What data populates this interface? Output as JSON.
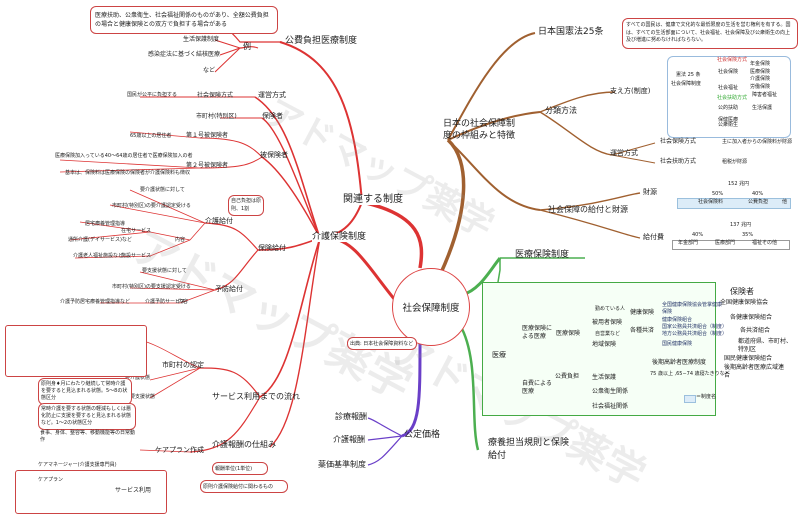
{
  "center": "社会保障制度",
  "watermark": "アドマップ薬学",
  "left": {
    "kouhi": {
      "title": "公費負担医療制度",
      "note": "医療扶助、公衆衛生、社会福祉関係のものがあり、全額公費負担の場合と健康保険との双方で負担する場合がある",
      "rei": "例",
      "items": [
        "生活保護制度",
        "感染症法に基づく結核医療",
        "など"
      ]
    },
    "related": "関連する制度",
    "kaigo": {
      "title": "介護保険制度",
      "unei_hoshiki": "運営方式",
      "unei_left": "国民が公平に負担する",
      "unei_right": "社会保険方式",
      "hokensha": "保険者",
      "hokensha_val": "市町村(特別区)",
      "hihokensha": "被保険者",
      "h1": "第１号被保険者",
      "h1_note": "65歳以上の居住者",
      "h2": "第２号被保険者",
      "h2_note": "医療保険加入っている40～64歳の居住者で医療保険加入の者",
      "h2_note2": "基本は、保険料は医療保険の保険者が介護保険料も徴収",
      "kyufu": "保険給付",
      "ratio_note": "自己負担は原則、1割",
      "kaigo_kyufu": "介護給付",
      "kk1": "要介護状態に対して",
      "kk2": "市町村(特別区)の要介護認定受ける",
      "naiyo": "内容",
      "zaitaku": "在宅サービス",
      "z1": "居宅療養管理指導",
      "z2": "通所介護(デイサービス)など",
      "shisetsu": "施設サービス",
      "s1": "介護老人福祉施設など",
      "yobo": "予防給付",
      "y1": "要支援状態に対して",
      "y2": "市町村(特別区)の要支援認定受ける",
      "y3": "介護予防居宅療養管理指導など",
      "y4": "介護予防サービス",
      "service_flow": "サービス利用までの流れ",
      "nintei": "市町村の認定",
      "yokaigo": "要介護状態",
      "yoshien": "要支援状態",
      "yk_note": "原則身♦月にわたり継続して常時介護を要すると見込まれる状態。5～8の状態区分",
      "ys_note": "常時介護を要する状態の軽減もしくは悪化防止に支援を要すると見込まれる状態など。1～2の状態区分",
      "ys_note2": "食事、身体、整容等、移動機能等の日常動作",
      "houshu": "介護報酬の仕組み",
      "houshu_note": "報酬単位(1単位)",
      "houshu_note2": "原則介護保険給付に関わるもの",
      "care_plan": "ケアプラン作成",
      "cm": "ケアマネージャー(介護支援専門員)",
      "cp1": "ケアプラン",
      "cp2": "サービス利用",
      "small_box": "出典: 日本社会保障資料など"
    },
    "kotei": {
      "title": "公定価格",
      "items": [
        "診療報酬",
        "介護報酬",
        "薬価基準制度"
      ]
    }
  },
  "right": {
    "tokucho": "日本の社会保障制度の枠組みと特徴",
    "kenpo": {
      "title": "日本国憲法25条",
      "text": "すべての国民は、健康で文化的な最低限度の生活を営む権利を有する。国は、すべての生活部面について、社会福祉、社会保障及び公衆衛生の向上及び増進に努めなければならない。"
    },
    "bunrui": "分類方法",
    "sasaekata": "支え方(制度)",
    "unei": {
      "title": "運営方式",
      "a": "社会保険方式",
      "a_note": "主に加入者からの保険料が財源",
      "b": "社会扶助方式",
      "b_note": "租税が財源"
    },
    "kyufu_zaigen": "社会保障の給付と財源",
    "zaigen": {
      "label": "財源",
      "total": "152 兆円",
      "p1": "50%",
      "p2": "40%",
      "c1": "社会保険料",
      "c2": "公費負担",
      "c3": "他"
    },
    "kyufuhi": {
      "label": "給付費",
      "total": "137 兆円",
      "p1": "40%",
      "p2": "35%",
      "c1": "年金部門",
      "c2": "医療部門",
      "c3": "福祉その他"
    },
    "chart_tree": {
      "root": "憲法 25 条",
      "root2": "社会保障制度",
      "l1": "社会保険",
      "l2": "社会福祉",
      "l3": "公的扶助",
      "l4": "保健医療\n公衆衛生",
      "l1a": "年金保険",
      "l1b": "医療保険",
      "l1c": "介護保険",
      "l1d": "労働保険",
      "l2a": "障害者福祉",
      "l3a": "生活保護",
      "tag1": "社会保険方式",
      "tag2": "社会扶助方式"
    },
    "iryo": {
      "title": "医療保険制度",
      "iryo": "医療",
      "hoken": "医療保険による医療",
      "hoken2": "医療保険",
      "tsutome": "勤めている人",
      "hiyosha": "被用者保険",
      "jiei": "自営業など",
      "chiiki": "地域保険",
      "kenko": "健康保険",
      "kakushu": "各種共済",
      "kk1": "全国健康保険協会管掌健康保険",
      "kk2": "健康保険組合",
      "ks1": "国家公務員共済組合（制度）",
      "ks2": "地方公務員共済組合（制度）",
      "kokumin": "国民健康保険",
      "koki": "後期高齢者医療制度",
      "koki_note": "75 歳以上 ,65−74 歳寝たきりなど",
      "jihi": "自費による医療",
      "kohi": "公費負担",
      "seikatsu": "生活保護",
      "koshu": "公衆衛生関係",
      "fukushi": "社会福祉関係",
      "legend": "＝制度名",
      "hokensha_title": "保険者",
      "hokensha": [
        "全国健康保険協会",
        "各健康保険組合",
        "各共済組合",
        "都道府県、市町村、特別区",
        "国民健康保険組合",
        "後期高齢者医療広域連合"
      ]
    },
    "ryoyo": "療養担当規則と保険給付"
  }
}
